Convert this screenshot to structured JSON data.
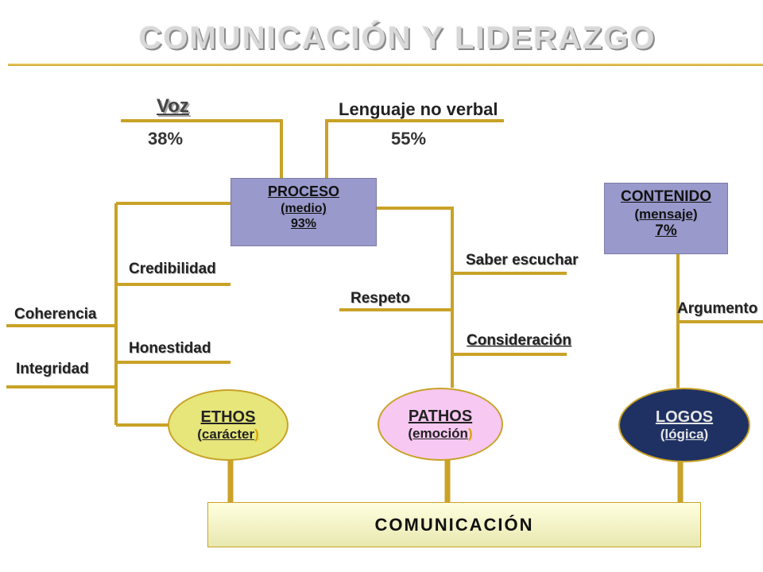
{
  "title": "COMUNICACIÓN Y LIDERAZGO",
  "voz": {
    "label": "Voz",
    "percent": "38%"
  },
  "lenguaje": {
    "label": "Lenguaje no verbal",
    "percent": "55%"
  },
  "proceso": {
    "title": "PROCESO",
    "sub": "(medio)",
    "percent": "93%"
  },
  "contenido": {
    "title": "CONTENIDO",
    "sub": "(mensaje)",
    "percent": "7%"
  },
  "ethos": {
    "title": "ETHOS",
    "sub": "(carácter",
    "close": ")"
  },
  "pathos": {
    "title": "PATHOS",
    "sub": "(emoción",
    "close": ")"
  },
  "logos": {
    "title": "LOGOS",
    "sub": "(lógica)"
  },
  "labels": {
    "credibilidad": "Credibilidad",
    "honestidad": "Honestidad",
    "coherencia": "Coherencia",
    "integridad": "Integridad",
    "saber_escuchar": "Saber escuchar",
    "respeto": "Respeto",
    "consideracion": "Consideración",
    "argumento": "Argumento"
  },
  "comunicacion": "COMUNICACIÓN",
  "colors": {
    "line": "#c9a227",
    "proceso_box": "#9999cc",
    "ethos": "#e6e67a",
    "pathos": "#f7c8f2",
    "logos": "#1f3163"
  }
}
